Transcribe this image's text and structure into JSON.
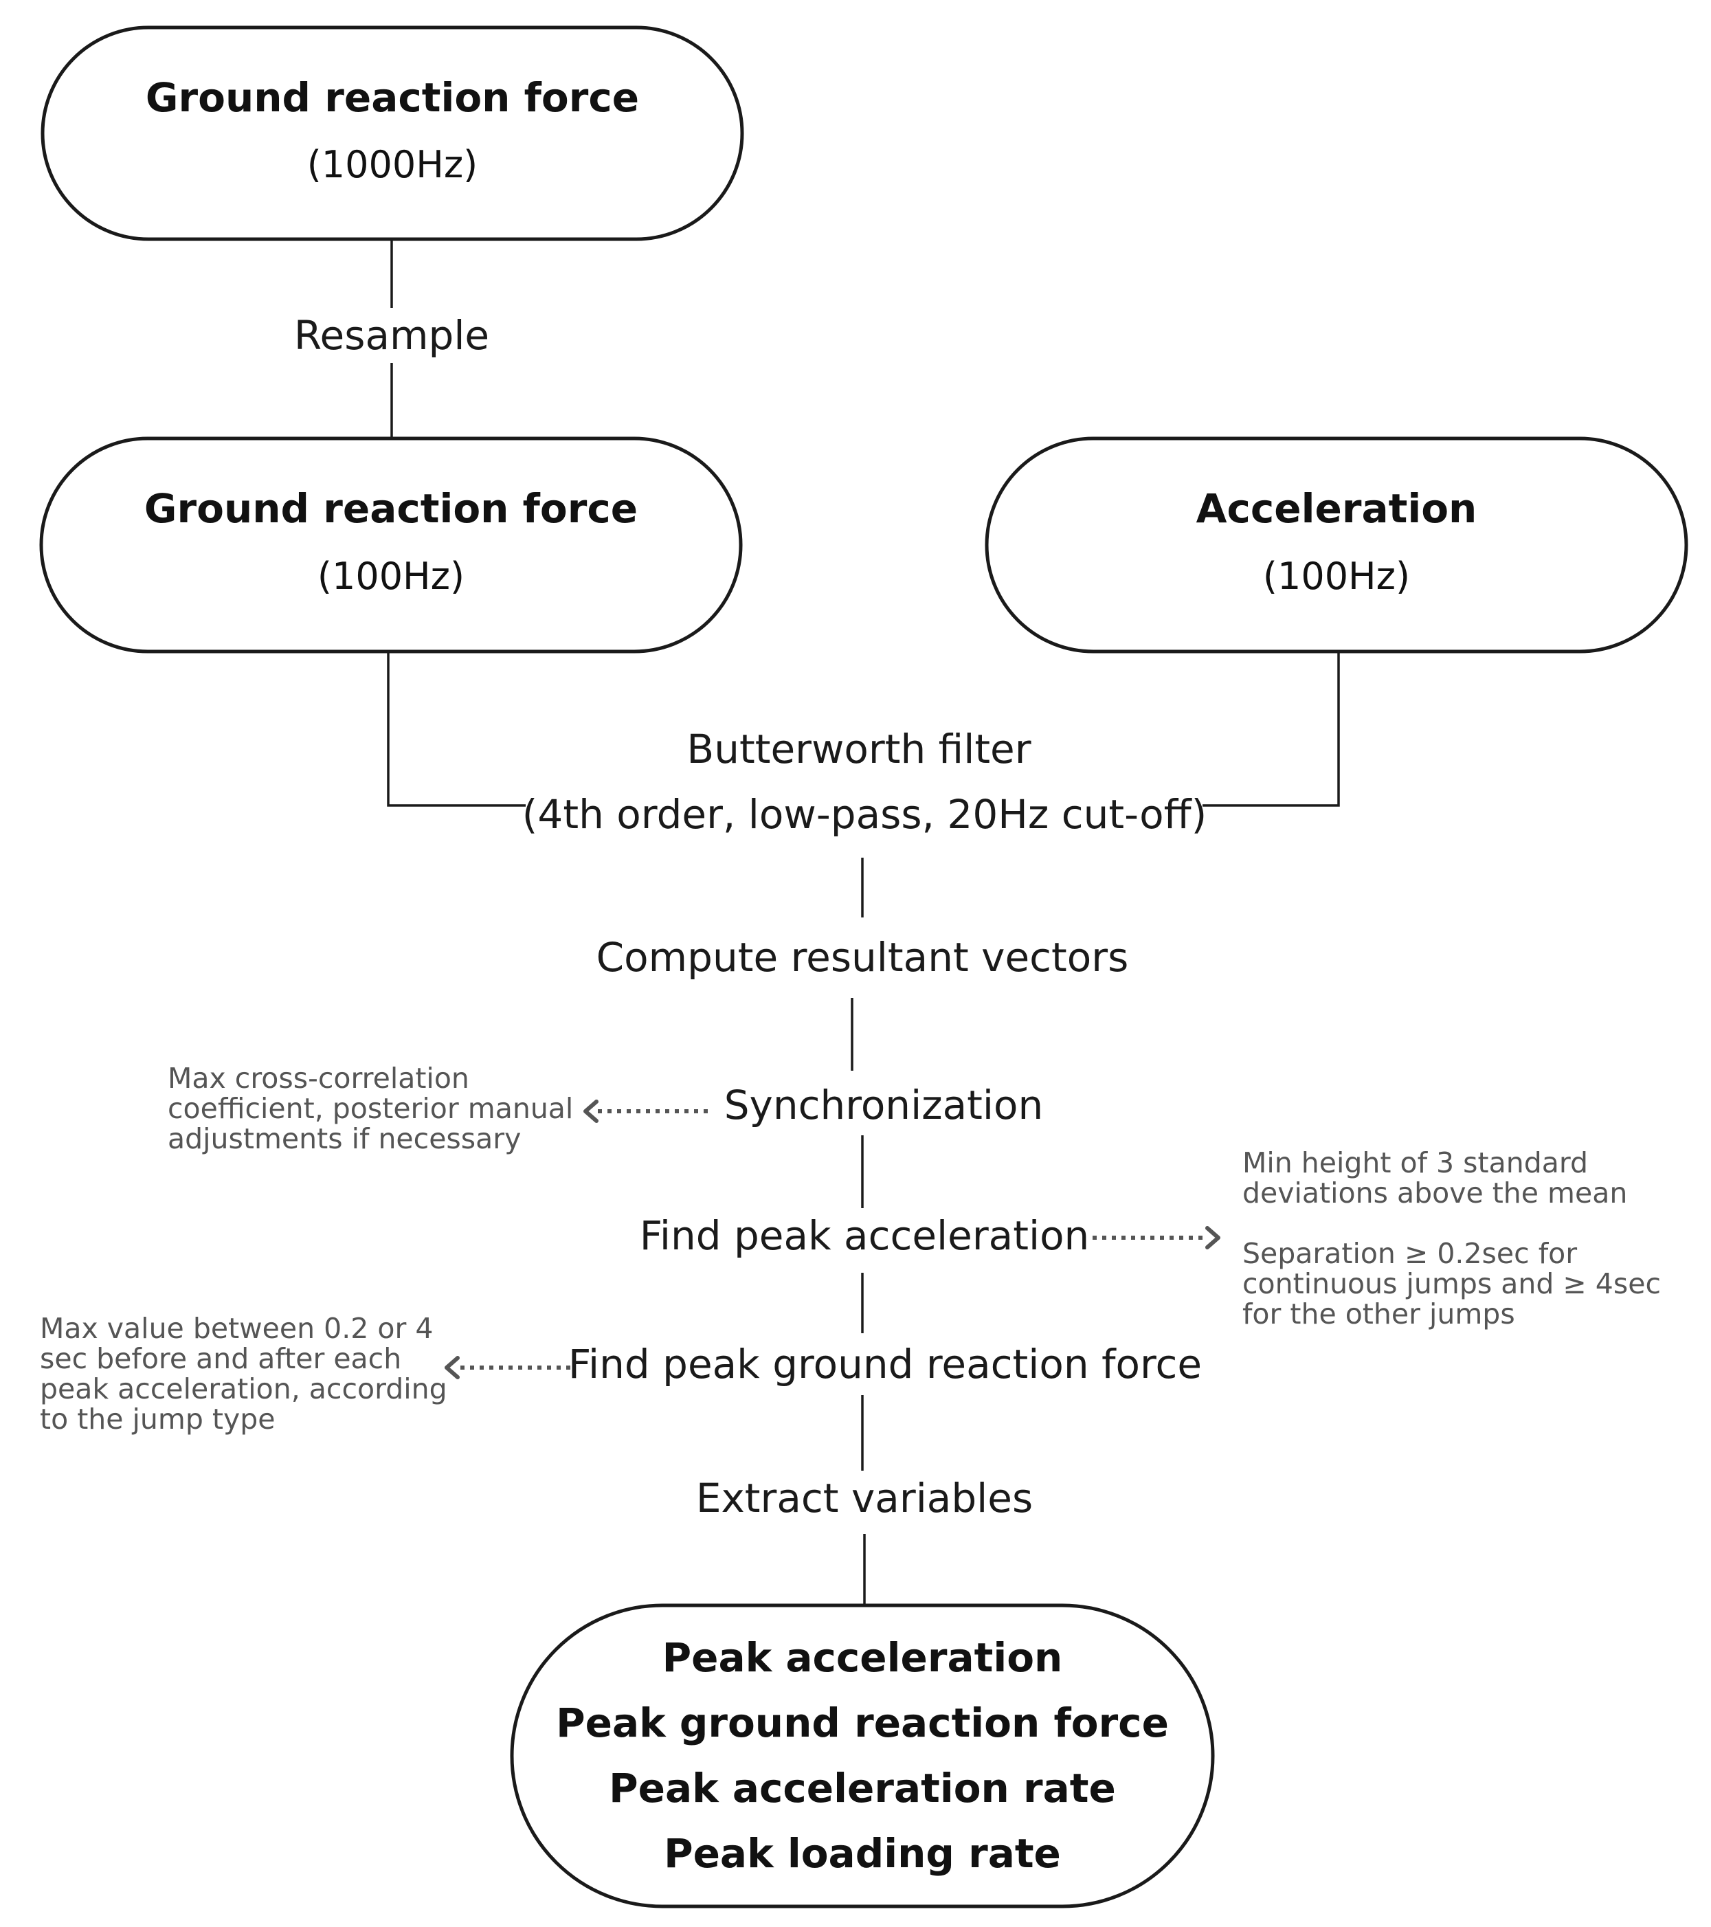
{
  "nodes": {
    "grf_1000": {
      "title": "Ground reaction force",
      "sub": "(1000Hz)"
    },
    "grf_100": {
      "title": "Ground reaction force",
      "sub": "(100Hz)"
    },
    "acc_100": {
      "title": "Acceleration",
      "sub": "(100Hz)"
    },
    "outputs": [
      "Peak acceleration",
      "Peak ground reaction force",
      "Peak acceleration rate",
      "Peak loading rate"
    ]
  },
  "steps": {
    "resample": "Resample",
    "butterworth_1": "Butterworth filter",
    "butterworth_2": "(4th order, low-pass, 20Hz cut-off)",
    "resultant": "Compute resultant vectors",
    "sync": "Synchronization",
    "peak_acc": "Find peak acceleration",
    "peak_grf": "Find peak ground reaction force",
    "extract": "Extract variables"
  },
  "notes": {
    "sync": [
      "Max cross-correlation",
      "coefficient, posterior manual",
      "adjustments if necessary"
    ],
    "peak_acc_a": [
      "Min height of 3 standard",
      "deviations above the mean"
    ],
    "peak_acc_b": [
      "Separation ≥ 0.2sec for",
      "continuous jumps and ≥ 4sec",
      "for the other jumps"
    ],
    "peak_grf": [
      "Max value between 0.2 or 4",
      "sec before and after each",
      "peak acceleration, according",
      "to the jump type"
    ]
  }
}
